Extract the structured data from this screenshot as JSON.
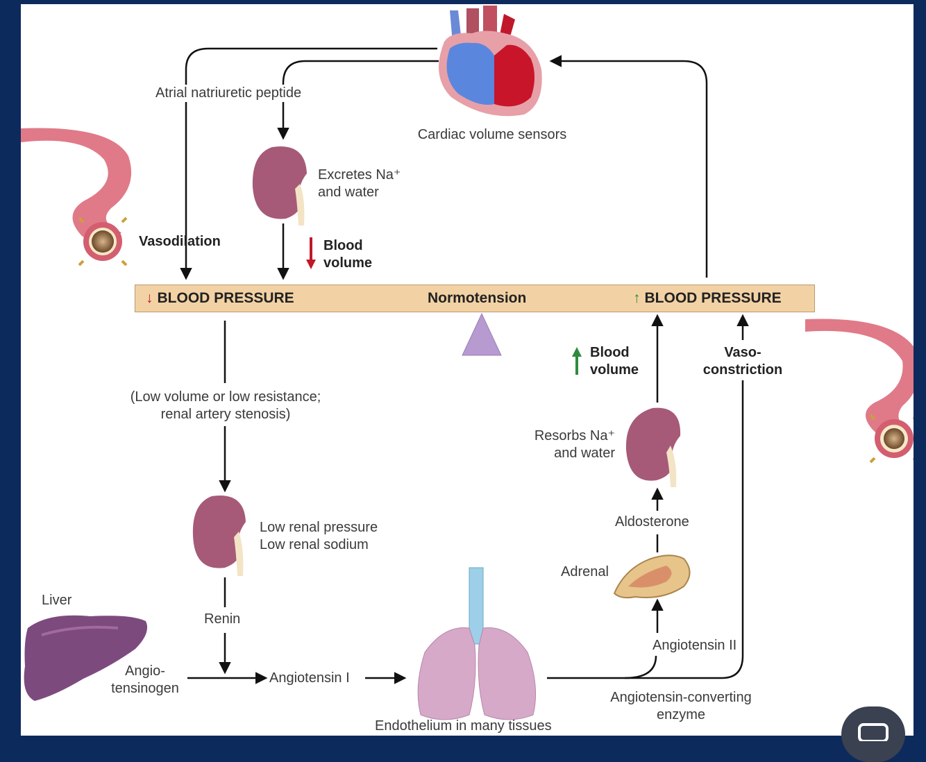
{
  "diagram": {
    "cardiac_label": "Cardiac volume sensors",
    "anp_label": "Atrial natriuretic peptide",
    "excretes_label_l1": "Excretes Na⁺",
    "excretes_label_l2": "and water",
    "vasodilation_label": "Vasodilation",
    "blood_volume_down_l1": "Blood",
    "blood_volume_down_l2": "volume",
    "bar_left": "BLOOD PRESSURE",
    "bar_center": "Normotension",
    "bar_right": "BLOOD PRESSURE",
    "low_volume_l1": "(Low volume or low resistance;",
    "low_volume_l2": "renal artery stenosis)",
    "low_renal_l1": "Low renal pressure",
    "low_renal_l2": "Low renal sodium",
    "renin_label": "Renin",
    "liver_label": "Liver",
    "angiotensinogen_l1": "Angio-",
    "angiotensinogen_l2": "tensinogen",
    "angiotensin1_label": "Angiotensin I",
    "endothelium_label": "Endothelium in many tissues",
    "ace_l1": "Angiotensin-converting",
    "ace_l2": "enzyme",
    "angiotensin2_label": "Angiotensin II",
    "adrenal_label": "Adrenal",
    "aldosterone_label": "Aldosterone",
    "resorbs_l1": "Resorbs Na⁺",
    "resorbs_l2": "and water",
    "blood_volume_up_l1": "Blood",
    "blood_volume_up_l2": "volume",
    "vasoconstriction_l1": "Vaso-",
    "vasoconstriction_l2": "constriction"
  },
  "colors": {
    "decrease_arrow": "#c0182a",
    "increase_arrow": "#2e8b3e",
    "fulcrum": "#b69ad0",
    "bar": "#f2d2a4"
  },
  "icons": [
    "heart-icon",
    "kidney-icon",
    "artery-icon",
    "liver-icon",
    "lungs-icon",
    "adrenal-icon",
    "share-icon"
  ]
}
